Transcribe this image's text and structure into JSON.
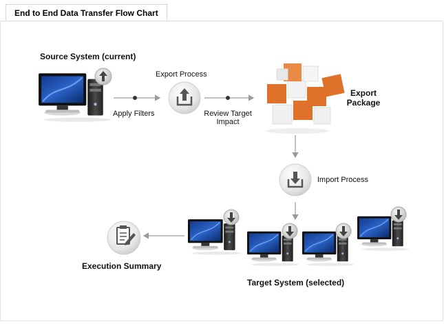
{
  "tab": {
    "title": "End to End Data Transfer Flow Chart"
  },
  "labels": {
    "source_system": "Source System (current)",
    "export_process": "Export Process",
    "apply_filters": "Apply Filters",
    "review_target_line1": "Review Target",
    "review_target_line2": "Impact",
    "export_package_line1": "Export",
    "export_package_line2": "Package",
    "import_process": "Import Process",
    "execution_summary": "Execution Summary",
    "target_system": "Target System (selected)"
  },
  "colors": {
    "arrow": "#9a9a9a",
    "monitor_blue": "#2a63c8",
    "cube_orange": "#e0712b",
    "badge_grey": "#bfbfbf"
  }
}
